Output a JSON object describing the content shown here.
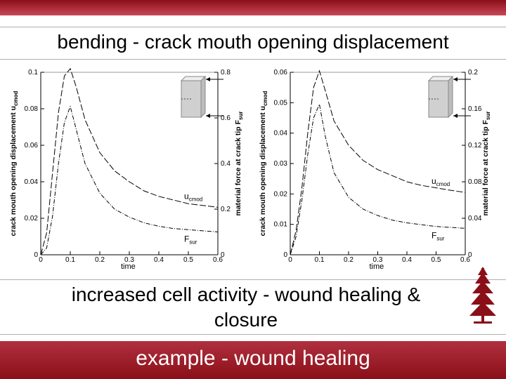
{
  "header": {
    "title": "bending - crack mouth opening displacement"
  },
  "body": {
    "subtitle_line1": "increased cell activity - wound healing &",
    "subtitle_line2": "closure"
  },
  "footer": {
    "label": "example - wound healing"
  },
  "colors": {
    "brand": "#8a0f18",
    "curve": "#000000",
    "specimen": "#d0d0d0"
  },
  "icons": {
    "logo": "tree-logo-icon",
    "specimen": "specimen-sketch-icon"
  },
  "chart_data": [
    {
      "type": "line",
      "xlabel": "time",
      "ylabel": "crack mouth opening displacement u",
      "ylabel_sub": "cmod",
      "y2label": "material force at crack tip F",
      "y2label_sub": "sur",
      "xlim": [
        0,
        0.6
      ],
      "ylim": [
        0,
        0.1
      ],
      "y2lim": [
        0,
        0.8
      ],
      "xticks": [
        "0",
        "0.1",
        "0.2",
        "0.3",
        "0.4",
        "0.5",
        "0.6"
      ],
      "yticks": [
        "0",
        "0.02",
        "0.04",
        "0.06",
        "0.08",
        "0.1"
      ],
      "y2ticks": [
        "0",
        "0.2",
        "0.4",
        "0.6",
        "0.8"
      ],
      "series": [
        {
          "name": "u",
          "name_sub": "cmod",
          "axis": "left",
          "x": [
            0,
            0.02,
            0.04,
            0.06,
            0.08,
            0.1,
            0.12,
            0.15,
            0.2,
            0.25,
            0.3,
            0.35,
            0.4,
            0.45,
            0.5,
            0.55,
            0.6
          ],
          "y": [
            0,
            0.012,
            0.045,
            0.078,
            0.098,
            0.102,
            0.092,
            0.074,
            0.056,
            0.046,
            0.04,
            0.035,
            0.032,
            0.03,
            0.028,
            0.027,
            0.026
          ]
        },
        {
          "name": "F",
          "name_sub": "sur",
          "axis": "right",
          "x": [
            0,
            0.02,
            0.04,
            0.06,
            0.08,
            0.1,
            0.12,
            0.15,
            0.2,
            0.25,
            0.3,
            0.35,
            0.4,
            0.45,
            0.5,
            0.55,
            0.6
          ],
          "y": [
            0,
            0.03,
            0.17,
            0.4,
            0.58,
            0.65,
            0.55,
            0.4,
            0.27,
            0.2,
            0.165,
            0.14,
            0.125,
            0.115,
            0.11,
            0.105,
            0.1
          ]
        }
      ]
    },
    {
      "type": "line",
      "xlabel": "time",
      "ylabel": "crack mouth opening displacement u",
      "ylabel_sub": "cmod",
      "y2label": "material force at crack tip F",
      "y2label_sub": "sur",
      "xlim": [
        0,
        0.6
      ],
      "ylim": [
        0,
        0.06
      ],
      "y2lim": [
        0,
        0.2
      ],
      "xticks": [
        "0",
        "0.1",
        "0.2",
        "0.3",
        "0.4",
        "0.5",
        "0.6"
      ],
      "yticks": [
        "0",
        "0.01",
        "0.02",
        "0.03",
        "0.04",
        "0.05",
        "0.06"
      ],
      "y2ticks": [
        "0",
        "0.04",
        "0.08",
        "0.12",
        "0.16",
        "0.2"
      ],
      "series": [
        {
          "name": "u",
          "name_sub": "cmod",
          "axis": "left",
          "x": [
            0,
            0.02,
            0.04,
            0.06,
            0.08,
            0.1,
            0.12,
            0.15,
            0.2,
            0.25,
            0.3,
            0.35,
            0.4,
            0.45,
            0.5,
            0.55,
            0.6
          ],
          "y": [
            0,
            0.008,
            0.022,
            0.04,
            0.055,
            0.0605,
            0.054,
            0.044,
            0.036,
            0.031,
            0.028,
            0.026,
            0.024,
            0.0228,
            0.022,
            0.0212,
            0.0205
          ]
        },
        {
          "name": "F",
          "name_sub": "sur",
          "axis": "right",
          "x": [
            0,
            0.02,
            0.04,
            0.06,
            0.08,
            0.1,
            0.12,
            0.15,
            0.2,
            0.25,
            0.3,
            0.35,
            0.4,
            0.45,
            0.5,
            0.55,
            0.6
          ],
          "y": [
            0,
            0.02,
            0.06,
            0.11,
            0.15,
            0.165,
            0.13,
            0.09,
            0.063,
            0.05,
            0.043,
            0.038,
            0.035,
            0.033,
            0.031,
            0.03,
            0.029
          ]
        }
      ]
    }
  ]
}
